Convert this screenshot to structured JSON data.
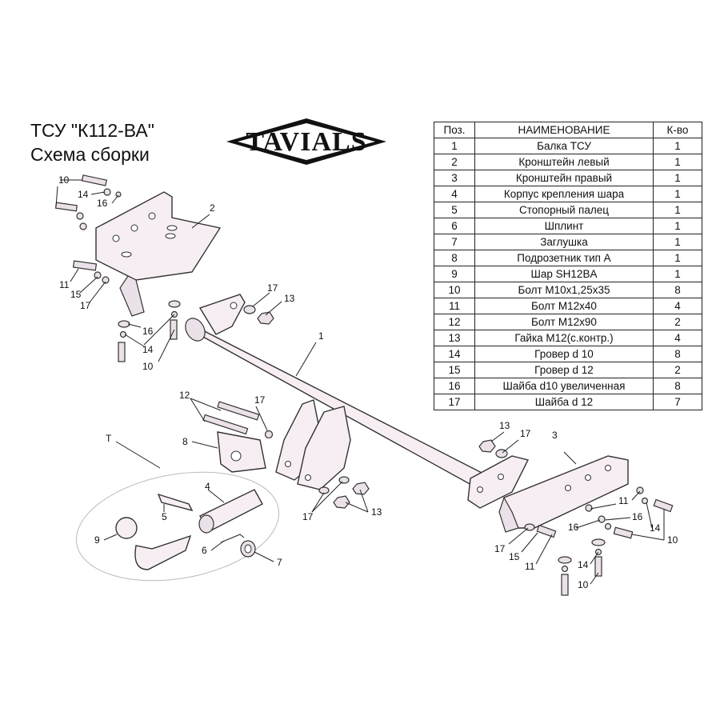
{
  "title": {
    "line1": "ТСУ  \"К112-ВА\"",
    "line2": "Схема сборки"
  },
  "logo": {
    "text": "TAVIALS"
  },
  "table": {
    "headers": {
      "pos": "Поз.",
      "name": "НАИМЕНОВАНИЕ",
      "qty": "К-во"
    },
    "rows": [
      {
        "pos": "1",
        "name": "Балка ТСУ",
        "qty": "1"
      },
      {
        "pos": "2",
        "name": "Кронштейн левый",
        "qty": "1"
      },
      {
        "pos": "3",
        "name": "Кронштейн правый",
        "qty": "1"
      },
      {
        "pos": "4",
        "name": "Корпус крепления шара",
        "qty": "1"
      },
      {
        "pos": "5",
        "name": "Стопорный палец",
        "qty": "1"
      },
      {
        "pos": "6",
        "name": "Шплинт",
        "qty": "1"
      },
      {
        "pos": "7",
        "name": "Заглушка",
        "qty": "1"
      },
      {
        "pos": "8",
        "name": "Подрозетник тип А",
        "qty": "1"
      },
      {
        "pos": "9",
        "name": "Шар SH12BA",
        "qty": "1"
      },
      {
        "pos": "10",
        "name": "Болт М10х1,25х35",
        "qty": "8"
      },
      {
        "pos": "11",
        "name": "Болт М12х40",
        "qty": "4"
      },
      {
        "pos": "12",
        "name": "Болт М12х90",
        "qty": "2"
      },
      {
        "pos": "13",
        "name": "Гайка М12(с.контр.)",
        "qty": "4"
      },
      {
        "pos": "14",
        "name": "Гровер d 10",
        "qty": "8"
      },
      {
        "pos": "15",
        "name": "Гровер d 12",
        "qty": "2"
      },
      {
        "pos": "16",
        "name": "Шайба d10 увеличенная",
        "qty": "8"
      },
      {
        "pos": "17",
        "name": "Шайба d 12",
        "qty": "7"
      }
    ]
  },
  "callouts": {
    "c10a": "10",
    "c14a": "14",
    "c16a": "16",
    "c2": "2",
    "c11a": "11",
    "c15a": "15",
    "c17a": "17",
    "c16b": "16",
    "c14b": "14",
    "c10b": "10",
    "c17b": "17",
    "c13a": "13",
    "c1": "1",
    "c12": "12",
    "c17c": "17",
    "c8": "8",
    "cT": "T",
    "c4": "4",
    "c5": "5",
    "c9": "9",
    "c6": "6",
    "c7": "7",
    "c17d": "17",
    "c13b": "13",
    "c13c": "13",
    "c17e": "17",
    "c3": "3",
    "c11b": "11",
    "c16c": "16",
    "c14c": "14",
    "c10c": "10",
    "c16d": "16",
    "c14d": "14",
    "c10d": "10",
    "c17f": "17",
    "c15b": "15",
    "c11c": "11"
  }
}
